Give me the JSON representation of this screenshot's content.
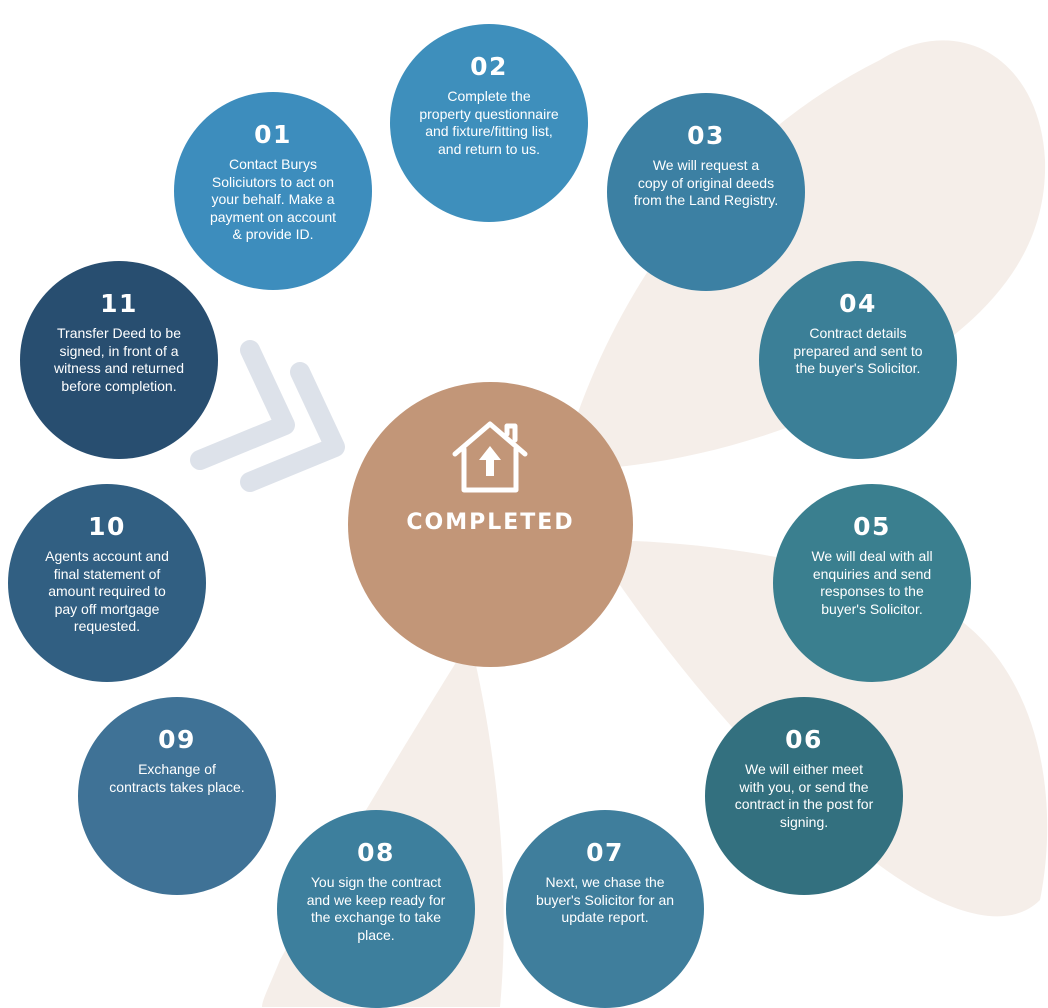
{
  "center": {
    "title": "COMPLETED",
    "icon": "house-upload-icon"
  },
  "steps": [
    {
      "num": "01",
      "text": "Contact Burys\nSoliciutors to act on\nyour behalf. Make a\npayment on account\n& provide ID."
    },
    {
      "num": "02",
      "text": "Complete the\nproperty questionnaire\nand fixture/fitting list,\nand return to us."
    },
    {
      "num": "03",
      "text": "We will request a\ncopy of original deeds\nfrom the Land Registry."
    },
    {
      "num": "04",
      "text": "Contract details\nprepared and sent to\nthe buyer's Solicitor."
    },
    {
      "num": "05",
      "text": "We will deal with all\nenquiries and send\nresponses to the\nbuyer's Solicitor."
    },
    {
      "num": "06",
      "text": "We will either meet\nwith you, or send the\ncontract in the post for\nsigning."
    },
    {
      "num": "07",
      "text": "Next, we chase the\nbuyer's Solicitor for an\nupdate report."
    },
    {
      "num": "08",
      "text": "You sign the contract\nand we keep ready for\nthe exchange to take\nplace."
    },
    {
      "num": "09",
      "text": "Exchange of\ncontracts takes place."
    },
    {
      "num": "10",
      "text": "Agents account and\nfinal statement of\namount required to\npay off mortgage\nrequested."
    },
    {
      "num": "11",
      "text": "Transfer Deed to be\nsigned, in front of a\nwitness and returned\nbefore completion."
    }
  ],
  "colors": {
    "center": "#c29678",
    "background_shape": "#f5eee9",
    "chevrons": "#dde2ea",
    "step_01": "#3d8dbd",
    "step_02": "#3e8fbc",
    "step_03": "#3c80a3",
    "step_04": "#3b7f97",
    "step_05": "#3a7f8f",
    "step_06": "#33707f",
    "step_07": "#3f7e9c",
    "step_08": "#3d7f9d",
    "step_09": "#3f7296",
    "step_10": "#315f82",
    "step_11": "#284e70"
  }
}
